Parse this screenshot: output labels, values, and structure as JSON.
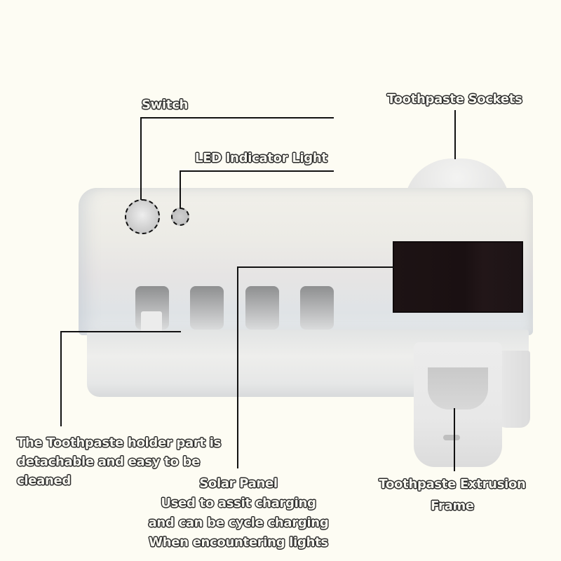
{
  "image": {
    "description": "Product diagram of a wall-mounted toothbrush holder with toothpaste dispenser, annotated with callout lines",
    "background_color": "#fdfcf3",
    "callout_line_color": "#111111",
    "solar_panel_color": "#1d1314",
    "product_color": "#ecebe6"
  },
  "labels": {
    "switch": "Switch",
    "led": "LED Indicator Light",
    "sockets": "Toothpaste Sockets",
    "holder": {
      "line1": "The Toothpaste holder part is",
      "line2": "detachable and easy to be",
      "line3": "cleaned"
    },
    "solar": {
      "line1": "Solar Panel",
      "line2": "Used to assit charging",
      "line3": "and can be cycle charging",
      "line4": "When encountering lights"
    },
    "frame": {
      "line1": "Toothpaste Extrusion",
      "line2": "Frame"
    }
  },
  "components": {
    "brush_slots": 4
  }
}
